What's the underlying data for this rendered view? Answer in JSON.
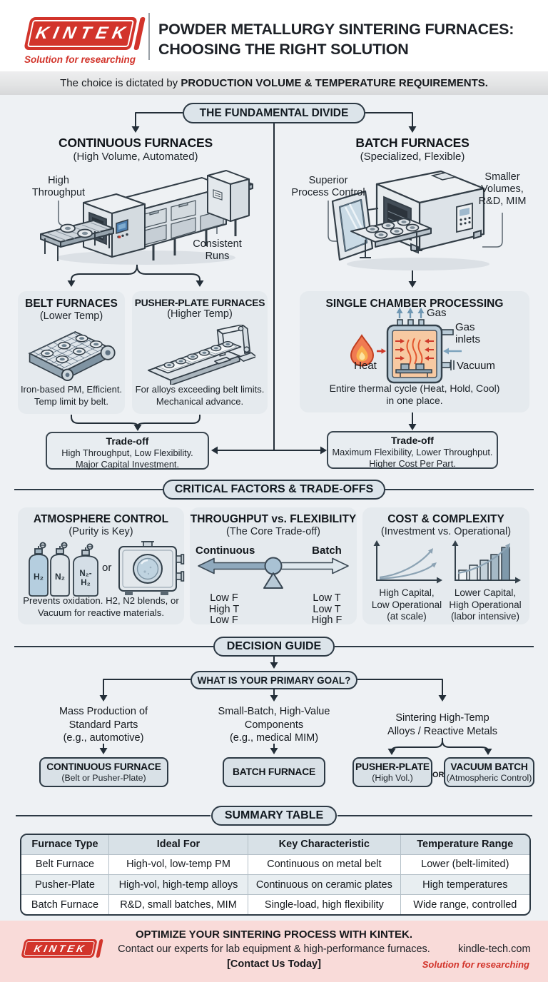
{
  "brand": {
    "name": "KINTEK",
    "tagline": "Solution for researching",
    "red": "#d2342b"
  },
  "header": {
    "title_line1": "POWDER METALLURGY SINTERING FURNACES:",
    "title_line2": "CHOOSING THE RIGHT SOLUTION",
    "subtitle_normal": "The choice is dictated by ",
    "subtitle_bold": "PRODUCTION VOLUME & TEMPERATURE REQUIREMENTS."
  },
  "divide": {
    "pill": "THE FUNDAMENTAL DIVIDE",
    "left": {
      "title": "CONTINUOUS FURNACES",
      "subtitle": "(High Volume, Automated)",
      "callout_left": "High Throughput",
      "callout_right": "Consistent Runs"
    },
    "right": {
      "title": "BATCH FURNACES",
      "subtitle": "(Specialized, Flexible)",
      "callout_left": "Superior Process Control",
      "callout_right": "Smaller Volumes, R&D, MIM"
    },
    "belt_card": {
      "title": "BELT FURNACES",
      "subtitle": "(Lower Temp)",
      "cap1": "Iron-based PM, Efficient.",
      "cap2": "Temp limit by belt."
    },
    "pusher_card": {
      "title": "PUSHER-PLATE FURNACES",
      "subtitle": "(Higher Temp)",
      "cap1": "For alloys exceeding belt limits.",
      "cap2": "Mechanical advance."
    },
    "chamber_card": {
      "title": "SINGLE CHAMBER PROCESSING",
      "gas": "Gas",
      "gas_inlets": "Gas inlets",
      "vacuum": "Vacuum",
      "heat": "Heat",
      "cap1": "Entire thermal cycle (Heat, Hold, Cool)",
      "cap2": "in one place."
    },
    "tradeoff_left": {
      "title": "Trade-off",
      "line1": "High Throughput, Low Flexibility.",
      "line2": "Major Capital Investment."
    },
    "tradeoff_right": {
      "title": "Trade-off",
      "line1": "Maximum Flexibility, Lower Throughput.",
      "line2": "Higher Cost Per Part."
    }
  },
  "factors": {
    "pill": "CRITICAL FACTORS & TRADE-OFFS",
    "atmosphere": {
      "title": "ATMOSPHERE CONTROL",
      "subtitle": "(Purity is Key)",
      "cyl1": "H₂",
      "cyl2": "N₂",
      "cyl3a": "N₂-",
      "cyl3b": "H₂",
      "or": "or",
      "cap1": "Prevents oxidation. H2, N2 blends, or",
      "cap2": "Vacuum for reactive materials."
    },
    "balance": {
      "title": "THROUGHPUT vs. FLEXIBILITY",
      "subtitle": "(The Core Trade-off)",
      "left_label": "Continuous",
      "right_label": "Batch",
      "left_items": [
        "Low F",
        "High T",
        "Low F"
      ],
      "right_items": [
        "Low T",
        "Low T",
        "High F"
      ]
    },
    "cost": {
      "title": "COST & COMPLEXITY",
      "subtitle": "(Investment vs. Operational)",
      "left_cap": [
        "High Capital,",
        "Low Operational",
        "(at scale)"
      ],
      "right_cap": [
        "Lower Capital,",
        "High Operational",
        "(labor intensive)"
      ]
    }
  },
  "decision": {
    "pill": "DECISION GUIDE",
    "question": "WHAT IS YOUR PRIMARY GOAL?",
    "b1": {
      "l1": "Mass Production of",
      "l2": "Standard Parts",
      "l3": "(e.g., automotive)",
      "rtitle": "CONTINUOUS FURNACE",
      "rsub": "(Belt or Pusher-Plate)"
    },
    "b2": {
      "l1": "Small-Batch, High-Value",
      "l2": "Components",
      "l3": "(e.g., medical MIM)",
      "rtitle": "BATCH FURNACE"
    },
    "b3": {
      "l1": "Sintering High-Temp",
      "l2": "Alloys / Reactive Metals",
      "atitle": "PUSHER-PLATE",
      "asub": "(High Vol.)",
      "or": "OR",
      "btitle": "VACUUM BATCH",
      "bsub": "(Atmospheric Control)"
    }
  },
  "summary": {
    "pill": "SUMMARY TABLE",
    "headers": [
      "Furnace Type",
      "Ideal For",
      "Key Characteristic",
      "Temperature Range"
    ],
    "rows": [
      [
        "Belt Furnace",
        "High-vol, low-temp PM",
        "Continuous on metal belt",
        "Lower (belt-limited)"
      ],
      [
        "Pusher-Plate",
        "High-vol, high-temp alloys",
        "Continuous on ceramic plates",
        "High temperatures"
      ],
      [
        "Batch Furnace",
        "R&D, small batches, MIM",
        "Single-load, high flexibility",
        "Wide range, controlled"
      ]
    ]
  },
  "footer": {
    "headline": "OPTIMIZE YOUR SINTERING PROCESS WITH KINTEK.",
    "line2": "Contact our experts for lab equipment & high-performance furnaces.",
    "cta": "[Contact Us Today]",
    "website": "kindle-tech.com",
    "tagline": "Solution for researching"
  }
}
